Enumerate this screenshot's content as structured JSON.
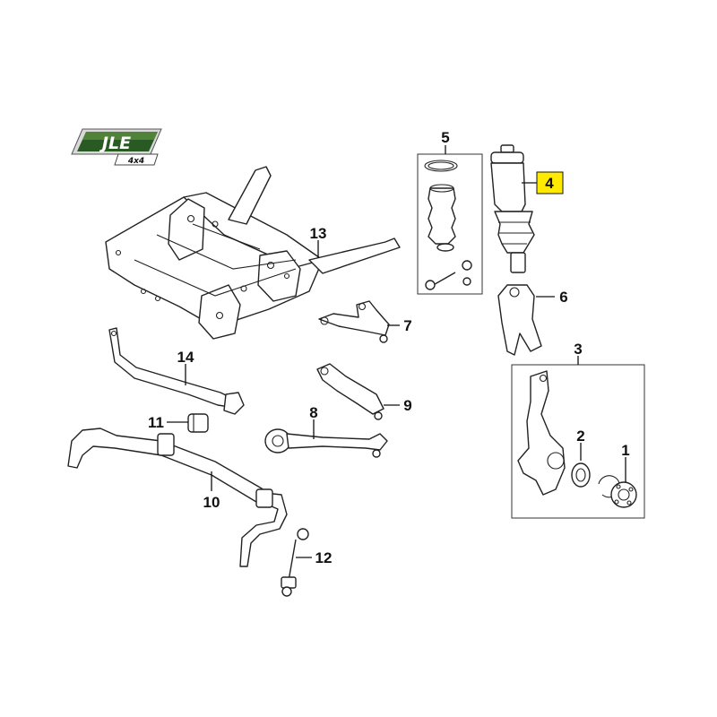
{
  "logo": {
    "brand": "JLE",
    "sub": "4x4",
    "colors": {
      "green_dark": "#1f4a1c",
      "green_light": "#6fa64a",
      "silver": "#d9d9d9"
    }
  },
  "callouts": {
    "p1": "1",
    "p2": "2",
    "p3": "3",
    "p4": "4",
    "p5": "5",
    "p6": "6",
    "p7": "7",
    "p8": "8",
    "p9": "9",
    "p10": "10",
    "p11": "11",
    "p12": "12",
    "p13": "13",
    "p14": "14"
  },
  "highlight": {
    "part": "4",
    "color": "#ffeb00"
  }
}
